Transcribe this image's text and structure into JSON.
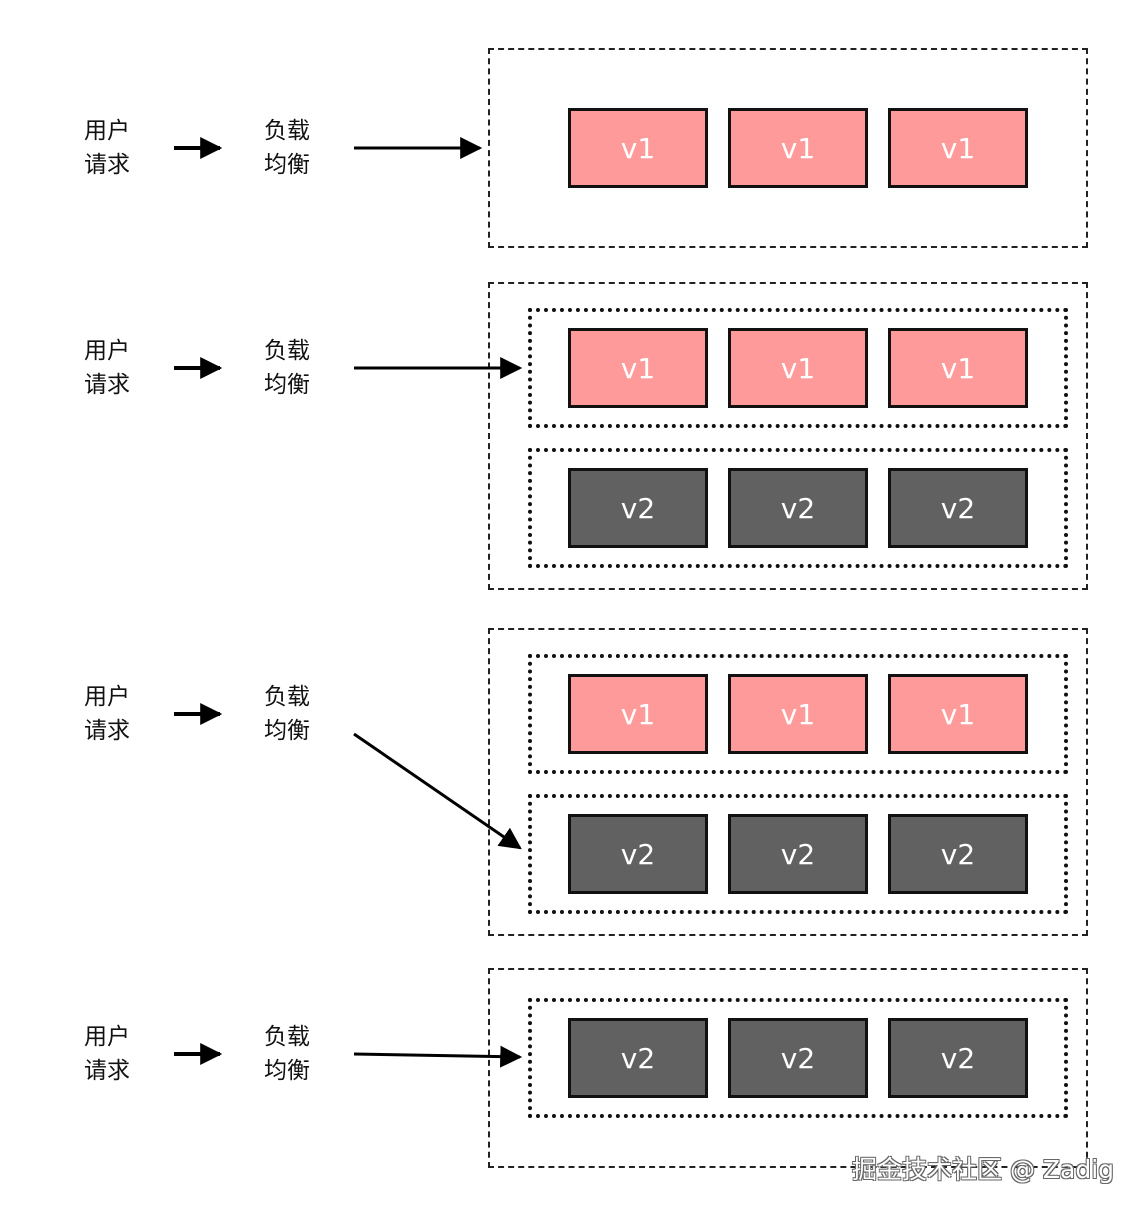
{
  "rows": [
    {
      "user_request": [
        "用户",
        "请求"
      ],
      "load_balancer": [
        "负载",
        "均衡"
      ],
      "groups": [
        {
          "style": "none",
          "boxes": [
            "v1",
            "v1",
            "v1"
          ],
          "version": "v1"
        }
      ]
    },
    {
      "user_request": [
        "用户",
        "请求"
      ],
      "load_balancer": [
        "负载",
        "均衡"
      ],
      "groups": [
        {
          "style": "dotted",
          "boxes": [
            "v1",
            "v1",
            "v1"
          ],
          "version": "v1"
        },
        {
          "style": "dotted",
          "boxes": [
            "v2",
            "v2",
            "v2"
          ],
          "version": "v2"
        }
      ]
    },
    {
      "user_request": [
        "用户",
        "请求"
      ],
      "load_balancer": [
        "负载",
        "均衡"
      ],
      "groups": [
        {
          "style": "dotted",
          "boxes": [
            "v1",
            "v1",
            "v1"
          ],
          "version": "v1"
        },
        {
          "style": "dotted",
          "boxes": [
            "v2",
            "v2",
            "v2"
          ],
          "version": "v2"
        }
      ]
    },
    {
      "user_request": [
        "用户",
        "请求"
      ],
      "load_balancer": [
        "负载",
        "均衡"
      ],
      "groups": [
        {
          "style": "dotted",
          "boxes": [
            "v2",
            "v2",
            "v2"
          ],
          "version": "v2"
        }
      ]
    }
  ],
  "colors": {
    "v1_fill": "#ff9a9a",
    "v2_fill": "#616161",
    "stroke": "#111111"
  },
  "watermark": "掘金技术社区 @ Zadig"
}
